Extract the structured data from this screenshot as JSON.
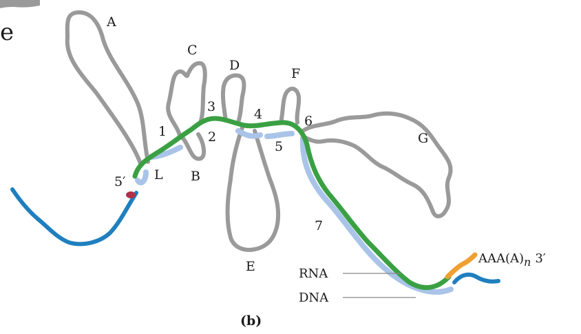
{
  "figure": {
    "panel_letter": "e",
    "caption": "(b)",
    "loops": {
      "A": "A",
      "B": "B",
      "C": "C",
      "D": "D",
      "E": "E",
      "F": "F",
      "G": "G"
    },
    "exons": {
      "L": "L",
      "e1": "1",
      "e2": "2",
      "e3": "3",
      "e4": "4",
      "e5": "5",
      "e6": "6",
      "e7": "7"
    },
    "ends": {
      "five_prime": "5′",
      "polyA_prefix": "AAA(A)",
      "polyA_sub": "n",
      "three_prime": "3′"
    },
    "strands": {
      "rna": "RNA",
      "dna": "DNA"
    },
    "colors": {
      "intron_loops": "#9a9a9a",
      "mrna": "#3aa043",
      "dna_pairing": "#a9c4e8",
      "flanking_dna": "#1f7fbf",
      "poly_a": "#f0a030",
      "cap_5prime": "#b0304a",
      "leader_line": "#888888"
    }
  }
}
